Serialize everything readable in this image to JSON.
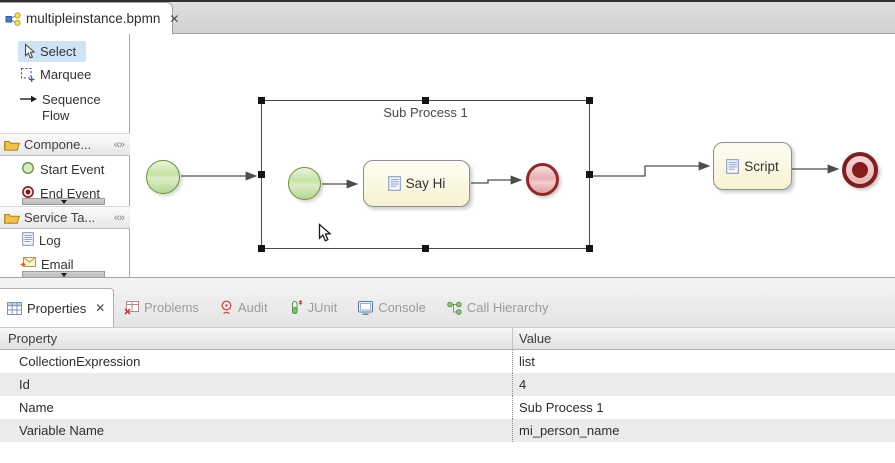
{
  "editor_tab": {
    "title": "multipleinstance.bpmn",
    "close_glyph": "✕"
  },
  "palette": {
    "tools": [
      {
        "label": "Select",
        "selected": true
      },
      {
        "label": "Marquee",
        "selected": false
      },
      {
        "label": "Sequence Flow",
        "selected": false
      }
    ],
    "groups": [
      {
        "label": "Compone...",
        "collapse_glyph": "«»",
        "items": [
          {
            "label": "Start Event"
          },
          {
            "label": "End Event"
          }
        ]
      },
      {
        "label": "Service Ta...",
        "collapse_glyph": "«»",
        "items": [
          {
            "label": "Log"
          },
          {
            "label": "Email"
          }
        ]
      }
    ]
  },
  "canvas": {
    "subprocess_label": "Sub Process 1",
    "task1_label": "Say Hi",
    "task2_label": "Script"
  },
  "properties_view": {
    "tabs": [
      {
        "label": "Properties",
        "active": true,
        "close_glyph": "✕"
      },
      {
        "label": "Problems",
        "active": false
      },
      {
        "label": "Audit",
        "active": false
      },
      {
        "label": "JUnit",
        "active": false
      },
      {
        "label": "Console",
        "active": false
      },
      {
        "label": "Call Hierarchy",
        "active": false
      }
    ],
    "table": {
      "columns": [
        {
          "label": "Property"
        },
        {
          "label": "Value"
        }
      ],
      "rows": [
        {
          "property": "CollectionExpression",
          "value": "list"
        },
        {
          "property": "Id",
          "value": "4"
        },
        {
          "property": "Name",
          "value": "Sub Process 1"
        },
        {
          "property": "Variable Name",
          "value": "mi_person_name"
        }
      ]
    }
  },
  "colors": {
    "selection_highlight": "#cfe3f7",
    "start_event_fill": "#c6e2a4",
    "start_event_border": "#6b8f3f",
    "end_event_border": "#8c2a2d",
    "end_event_fill": "#e7aeb1",
    "task_fill": "#f6f2d2",
    "task_border": "#8f8f8f",
    "connector": "#4d4d4d"
  }
}
